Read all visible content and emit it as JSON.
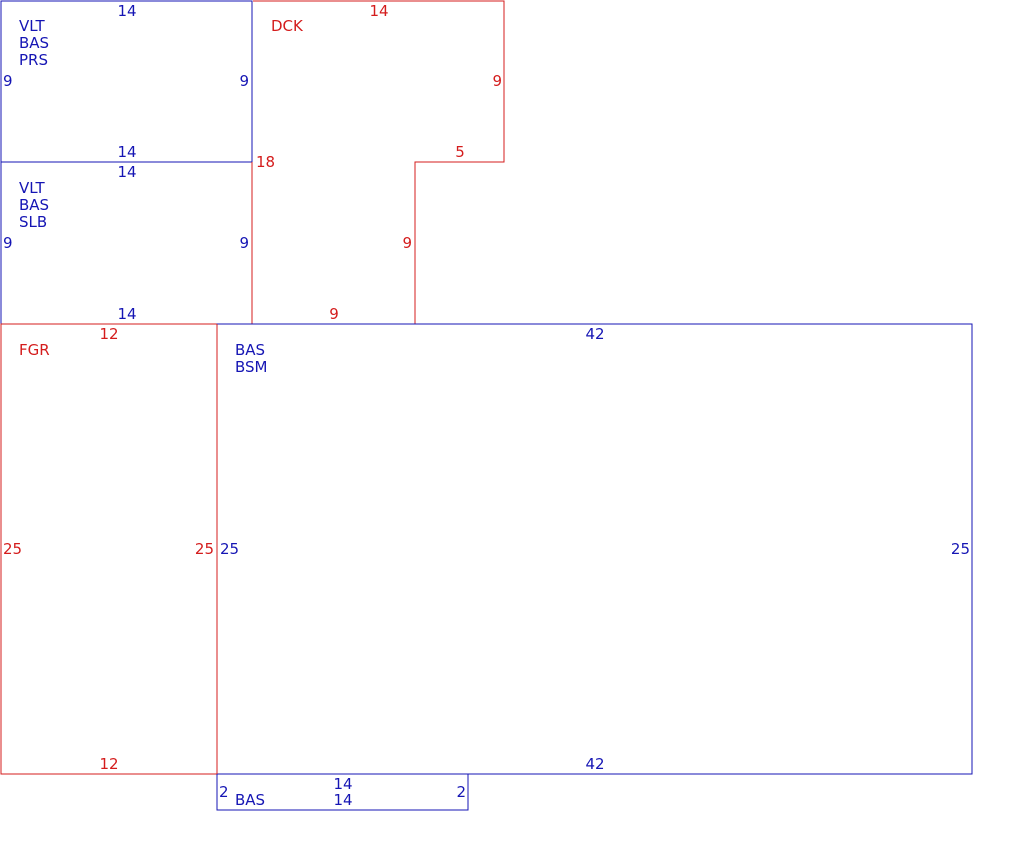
{
  "colors": {
    "blue": "#1515b4",
    "red": "#d41c1c"
  },
  "areas": [
    {
      "id": "vlt-bas-prs",
      "color": "blue",
      "labels": [
        "VLT",
        "BAS",
        "PRS"
      ],
      "dims": {
        "top": "14",
        "bottom": "14",
        "left": "9",
        "right": "9"
      }
    },
    {
      "id": "vlt-bas-slb",
      "color": "blue",
      "labels": [
        "VLT",
        "BAS",
        "SLB"
      ],
      "dims": {
        "top": "14",
        "bottom": "14",
        "left": "9",
        "right": "9"
      }
    },
    {
      "id": "dck",
      "color": "red",
      "labels": [
        "DCK"
      ],
      "dims": {
        "top": "14",
        "right": "9",
        "step": "5",
        "inner": "9",
        "bottom": "9",
        "left": "18"
      }
    },
    {
      "id": "fgr",
      "color": "red",
      "labels": [
        "FGR"
      ],
      "dims": {
        "top": "12",
        "bottom": "12",
        "left": "25",
        "right": "25"
      }
    },
    {
      "id": "bas-bsm",
      "color": "blue",
      "labels": [
        "BAS",
        "BSM"
      ],
      "dims": {
        "top": "42",
        "bottom": "42",
        "left": "25",
        "right": "25"
      }
    },
    {
      "id": "bas-small",
      "color": "blue",
      "labels": [
        "BAS"
      ],
      "dims": {
        "top": "14",
        "bottom": "14",
        "left": "2",
        "right": "2"
      }
    }
  ]
}
